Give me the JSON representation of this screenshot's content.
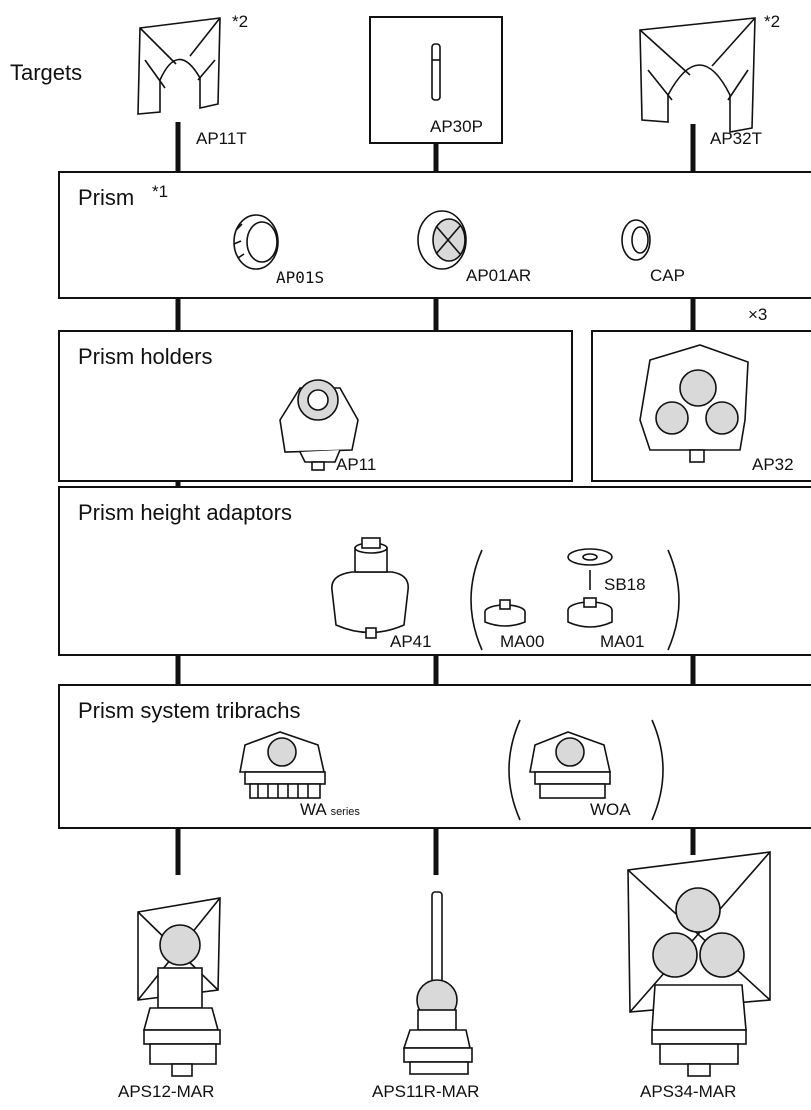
{
  "targets": {
    "title": "Targets",
    "ap11t": "AP11T",
    "ap30p": "AP30P",
    "ap32t": "AP32T",
    "note2": "*2"
  },
  "prism": {
    "title": "Prism",
    "note1": "*1",
    "ap01s": "AP01S",
    "ap01ar": "AP01AR",
    "cap": "CAP",
    "note3": "×3"
  },
  "holders": {
    "title": "Prism holders",
    "ap11": "AP11",
    "ap32": "AP32"
  },
  "adaptors": {
    "title": "Prism height adaptors",
    "ap41": "AP41",
    "sb18": "SB18",
    "ma00": "MA00",
    "ma01": "MA01"
  },
  "tribrachs": {
    "title": "Prism system tribrachs",
    "wa": "WA",
    "wa_suffix": "series",
    "woa": "WOA"
  },
  "systems": {
    "aps12": "APS12-MAR",
    "aps11r": "APS11R-MAR",
    "aps34": "APS34-MAR"
  },
  "colors": {
    "line": "#111111",
    "fill": "#ffffff",
    "shade": "#d9d9d9"
  }
}
